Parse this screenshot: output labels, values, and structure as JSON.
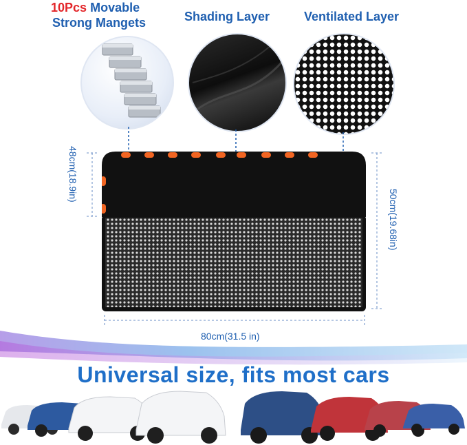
{
  "labels": {
    "magnets_count": "10Pcs",
    "magnets_rest": "Movable",
    "magnets_line2": "Strong Mangets",
    "shading": "Shading Layer",
    "ventilated": "Ventilated Layer"
  },
  "dimensions": {
    "height_left": "48cm(18.9in)",
    "height_right": "50cm(19.68in)",
    "width_bottom": "80cm(31.5 in)"
  },
  "headline": "Universal size, fits most cars",
  "colors": {
    "brand_blue": "#1f5fb0",
    "accent_red": "#e3262a",
    "magnet_orange": "#f26522",
    "cover_black": "#111111"
  }
}
